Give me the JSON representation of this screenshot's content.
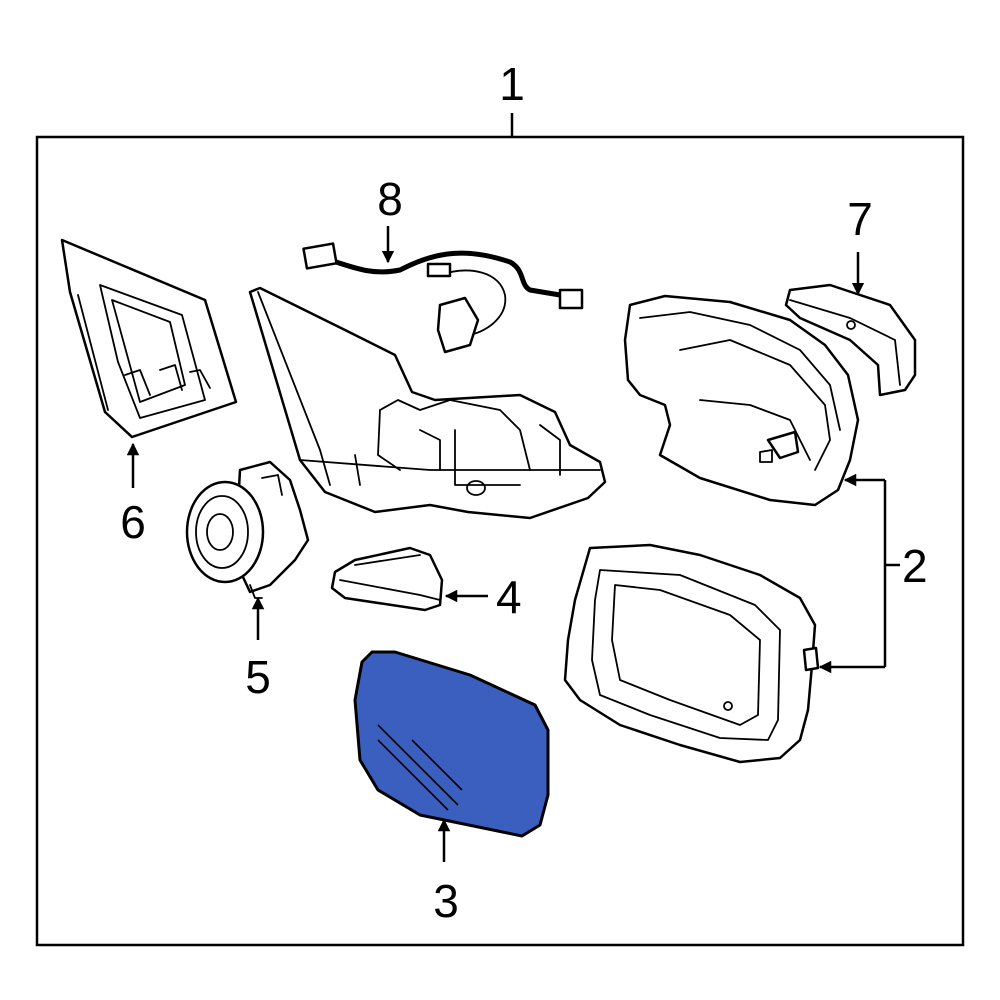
{
  "diagram": {
    "frame_label": "1",
    "callouts": [
      {
        "id": "1",
        "text": "1"
      },
      {
        "id": "2",
        "text": "2"
      },
      {
        "id": "3",
        "text": "3"
      },
      {
        "id": "4",
        "text": "4"
      },
      {
        "id": "5",
        "text": "5"
      },
      {
        "id": "6",
        "text": "6"
      },
      {
        "id": "7",
        "text": "7"
      },
      {
        "id": "8",
        "text": "8"
      }
    ],
    "highlight_color": "#3a5fbf",
    "line_color": "#000000",
    "background_color": "#ffffff"
  }
}
